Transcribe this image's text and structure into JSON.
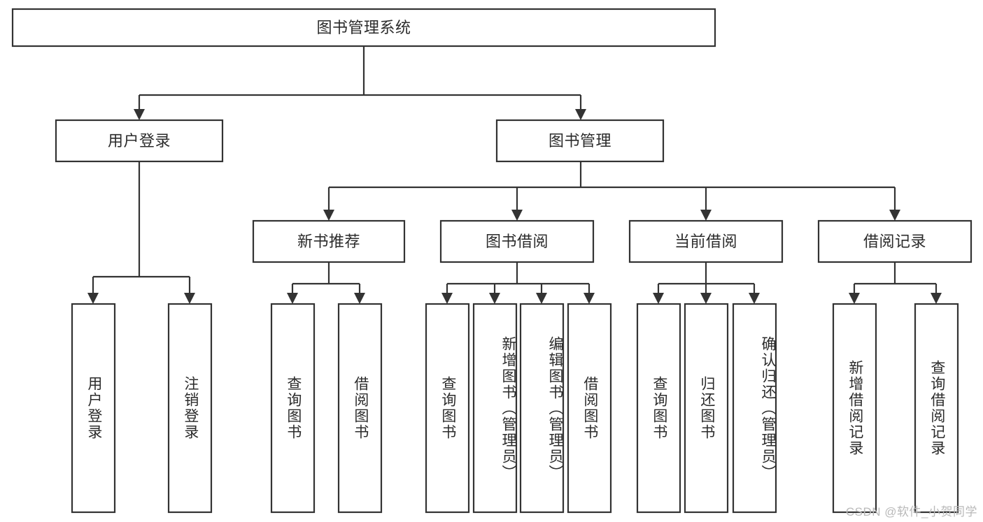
{
  "diagram": {
    "type": "tree-hierarchy-chart",
    "title_node": "图书管理系统",
    "orientation": "top-down",
    "colors": {
      "box_stroke": "#333333",
      "box_fill": "#ffffff",
      "text": "#2b2b2b",
      "background": "#ffffff",
      "watermark": "#b9b9b9"
    },
    "nodes": {
      "root": {
        "label": "图书管理系统",
        "level": 0
      },
      "l1": [
        {
          "id": "user-login",
          "label": "用户登录",
          "level": 1
        },
        {
          "id": "book-manage",
          "label": "图书管理",
          "level": 1
        }
      ],
      "l2": [
        {
          "id": "new-book-recommend",
          "label": "新书推荐",
          "level": 2,
          "parent": "book-manage"
        },
        {
          "id": "book-borrow",
          "label": "图书借阅",
          "level": 2,
          "parent": "book-manage"
        },
        {
          "id": "current-borrow",
          "label": "当前借阅",
          "level": 2,
          "parent": "book-manage"
        },
        {
          "id": "borrow-record",
          "label": "借阅记录",
          "level": 2,
          "parent": "book-manage"
        }
      ],
      "leaves": [
        {
          "id": "leaf-user-login",
          "label": "用户登录",
          "parent": "user-login"
        },
        {
          "id": "leaf-user-logout",
          "label": "注销登录",
          "parent": "user-login"
        },
        {
          "id": "leaf-query-book-1",
          "label": "查询图书",
          "parent": "new-book-recommend"
        },
        {
          "id": "leaf-borrow-book-1",
          "label": "借阅图书",
          "parent": "new-book-recommend"
        },
        {
          "id": "leaf-query-book-2",
          "label": "查询图书",
          "parent": "book-borrow"
        },
        {
          "id": "leaf-add-book",
          "label": "新增图书（管理员）",
          "parent": "book-borrow"
        },
        {
          "id": "leaf-edit-book",
          "label": "编辑图书（管理员）",
          "parent": "book-borrow"
        },
        {
          "id": "leaf-borrow-book-2",
          "label": "借阅图书",
          "parent": "book-borrow"
        },
        {
          "id": "leaf-query-book-3",
          "label": "查询图书",
          "parent": "current-borrow"
        },
        {
          "id": "leaf-return-book",
          "label": "归还图书",
          "parent": "current-borrow"
        },
        {
          "id": "leaf-confirm-return",
          "label": "确认归还（管理员）",
          "parent": "current-borrow"
        },
        {
          "id": "leaf-add-record",
          "label": "新增借阅记录",
          "parent": "borrow-record"
        },
        {
          "id": "leaf-query-record",
          "label": "查询借阅记录",
          "parent": "borrow-record"
        }
      ]
    }
  },
  "watermark": {
    "text": "CSDN @软件_小贺同学"
  }
}
